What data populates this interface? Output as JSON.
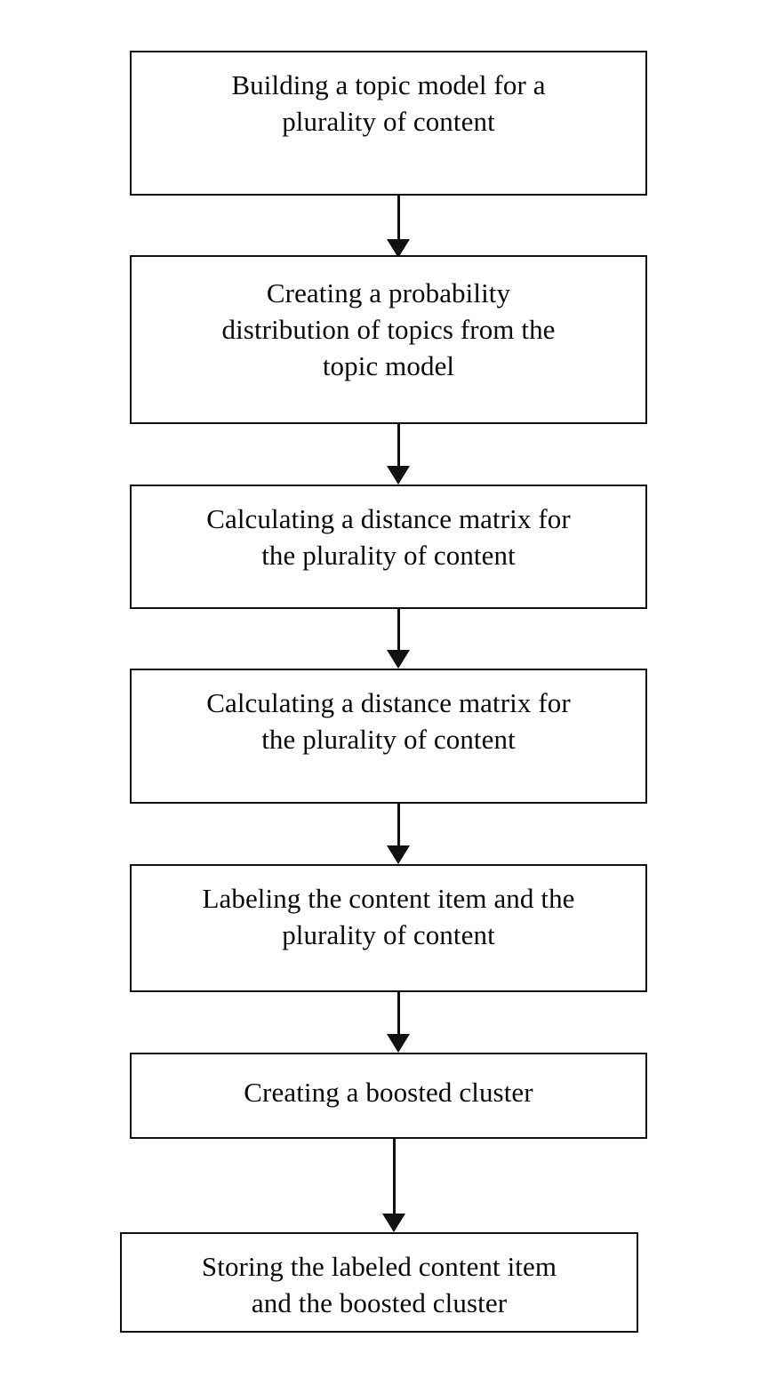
{
  "diagram": {
    "type": "flowchart",
    "orientation": "vertical",
    "background_color": "#ffffff",
    "box_border_color": "#111111",
    "text_color": "#0a0a0a",
    "arrow_color": "#111111",
    "steps": [
      {
        "id": "step-1",
        "label": "Building a topic model for a\nplurality of content",
        "lines": 2
      },
      {
        "id": "step-2",
        "label": "Creating a probability\ndistribution of topics from the\ntopic model",
        "lines": 3
      },
      {
        "id": "step-3",
        "label": "Calculating a distance matrix for\nthe plurality of content",
        "lines": 2
      },
      {
        "id": "step-4",
        "label": "Calculating a distance matrix for\nthe plurality of content",
        "lines": 2
      },
      {
        "id": "step-5",
        "label": "Labeling the content item and the\nplurality of content",
        "lines": 2
      },
      {
        "id": "step-6",
        "label": "Creating a boosted cluster",
        "lines": 1
      },
      {
        "id": "step-7",
        "label": "Storing the labeled content item\nand the boosted cluster",
        "lines": 2
      }
    ],
    "connectors": [
      {
        "id": "connector-1-2",
        "from": "step-1",
        "to": "step-2"
      },
      {
        "id": "connector-2-3",
        "from": "step-2",
        "to": "step-3"
      },
      {
        "id": "connector-3-4",
        "from": "step-3",
        "to": "step-4"
      },
      {
        "id": "connector-4-5",
        "from": "step-4",
        "to": "step-5"
      },
      {
        "id": "connector-5-6",
        "from": "step-5",
        "to": "step-6"
      },
      {
        "id": "connector-6-7",
        "from": "step-6",
        "to": "step-7"
      }
    ]
  }
}
